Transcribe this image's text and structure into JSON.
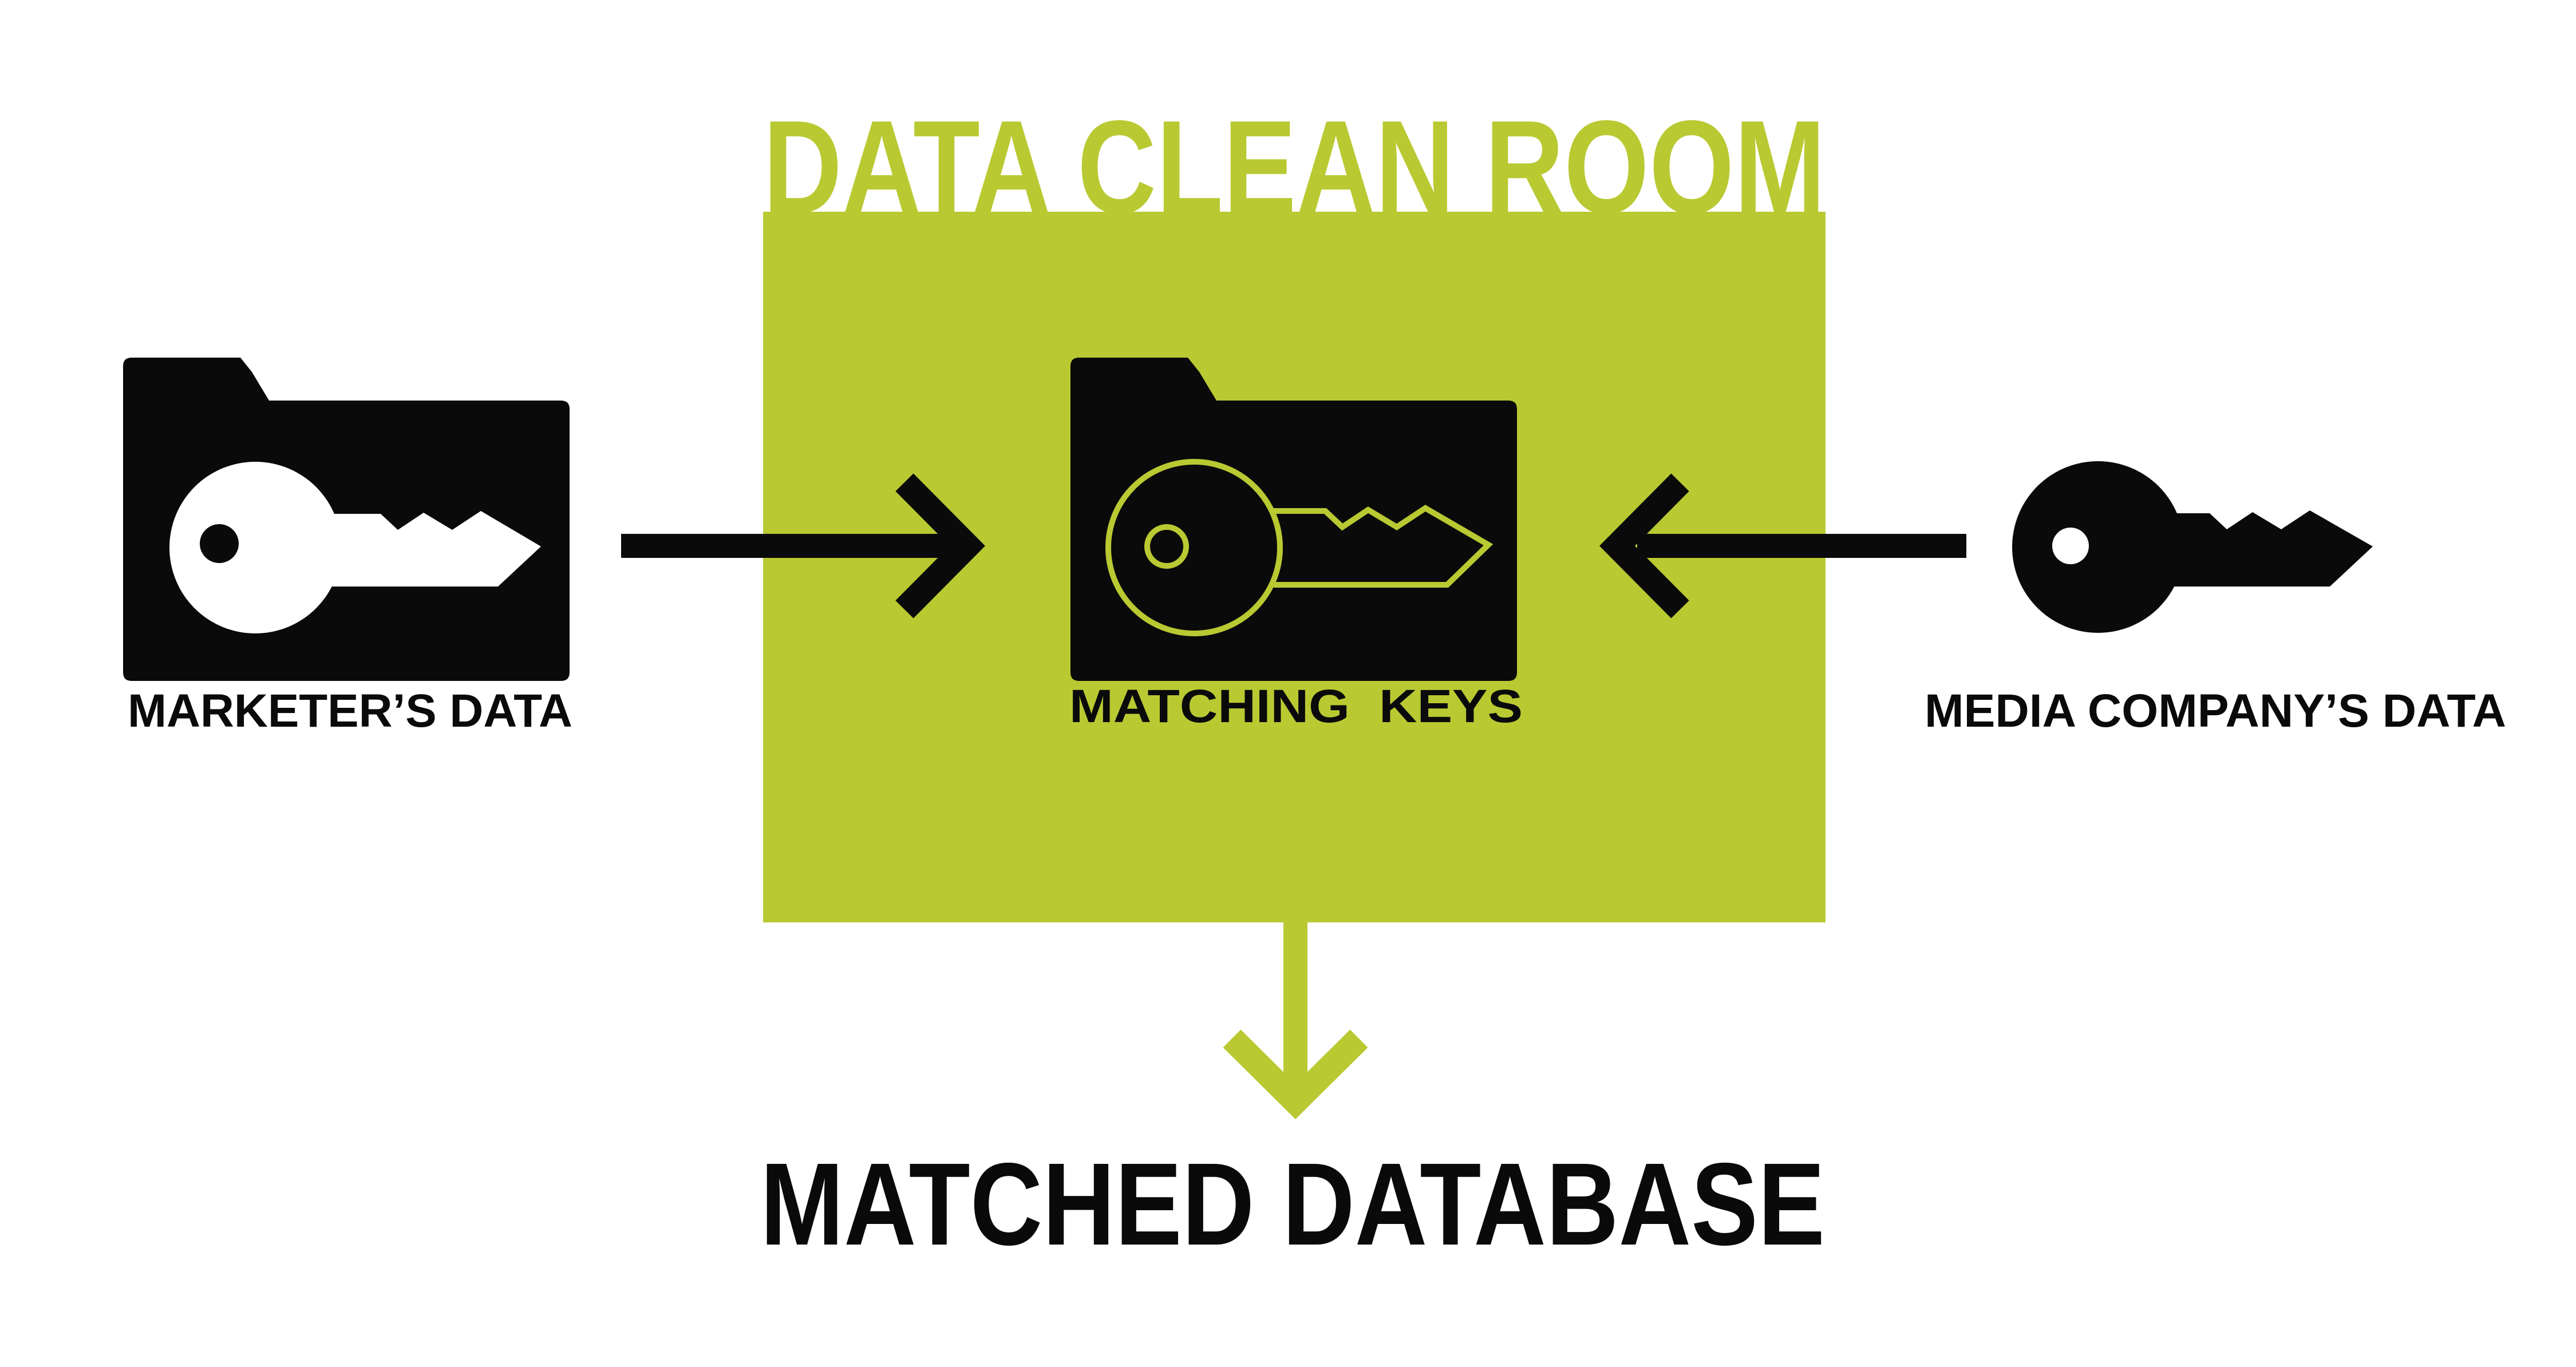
{
  "title": "DATA CLEAN ROOM",
  "left_source": {
    "label": "MARKETER’S DATA",
    "icon": "folder-key-icon"
  },
  "center": {
    "label": "MATCHING  KEYS",
    "icon": "folder-key-outline-icon"
  },
  "right_source": {
    "label": "MEDIA COMPANY’S DATA",
    "icon": "key-icon"
  },
  "output": {
    "label": "MATCHED DATABASE"
  },
  "colors": {
    "accent": "#b9c932",
    "ink": "#0a0a0a",
    "background": "#ffffff"
  }
}
